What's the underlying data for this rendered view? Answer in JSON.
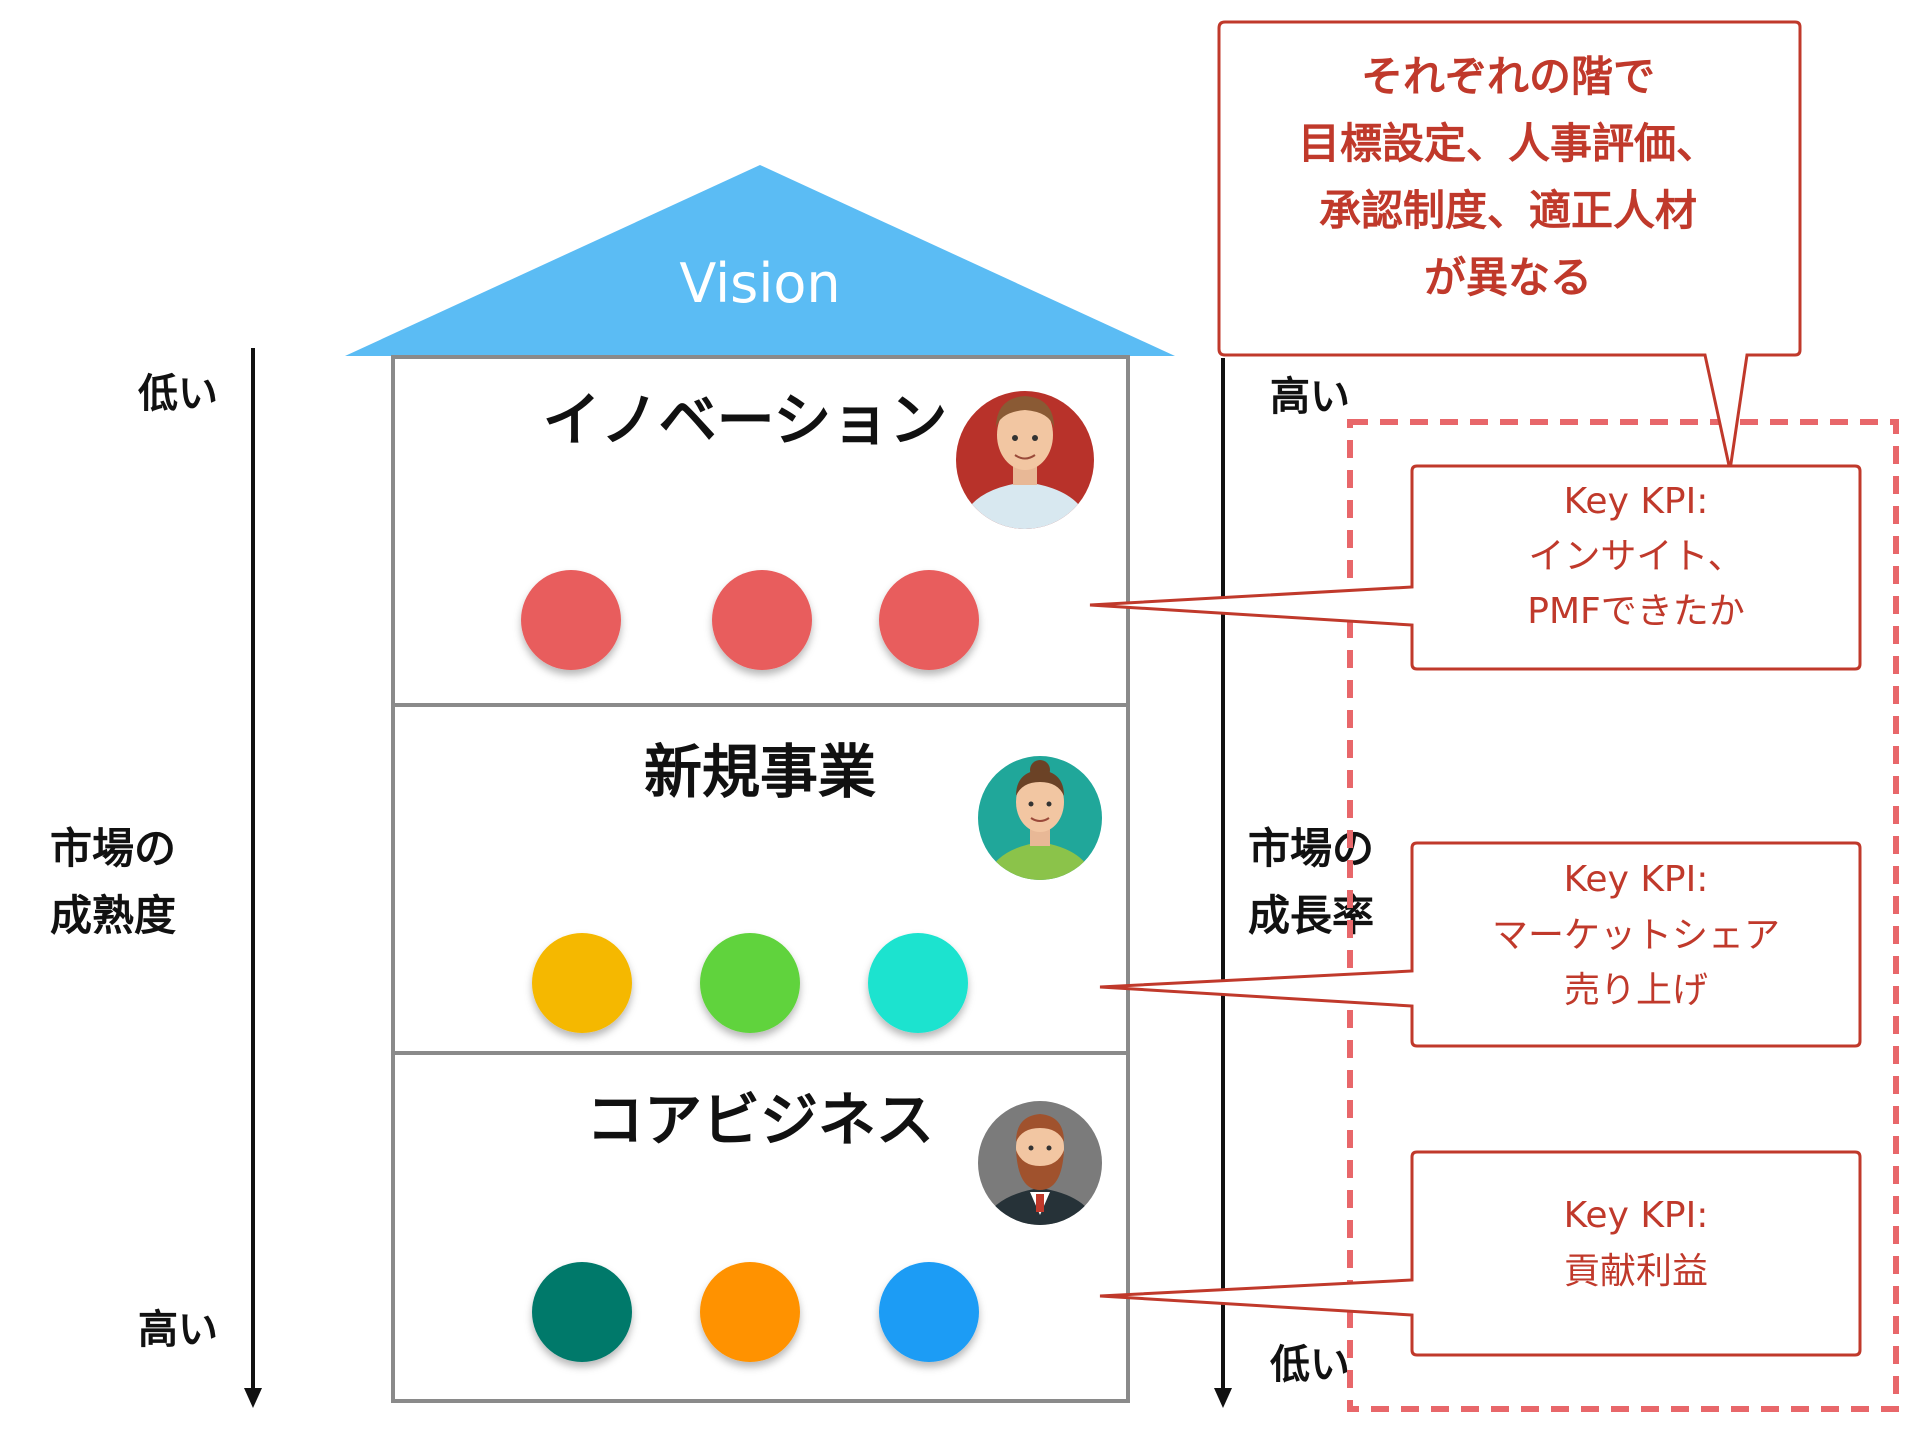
{
  "roof": {
    "label": "Vision",
    "color": "#5bbcf4"
  },
  "left_axis": {
    "top_label": "低い",
    "bottom_label": "高い",
    "title_lines": [
      "市場の",
      "成熟度"
    ]
  },
  "right_axis": {
    "top_label": "高い",
    "bottom_label": "低い",
    "title_lines": [
      "市場の",
      "成長率"
    ]
  },
  "callout": {
    "lines": [
      "それぞれの階で",
      "目標設定、人事評価、",
      "承認制度、適正人材",
      "が異なる"
    ],
    "color": "#c0392b"
  },
  "floors": [
    {
      "title": "イノベーション",
      "avatar": "man-avatar-icon",
      "avatar_bg": "#b8322a",
      "dots": [
        "#e85d5d",
        "#e85d5d",
        "#e85d5d"
      ],
      "kpi_lines": [
        "Key KPI:",
        "インサイト、",
        "PMFできたか"
      ]
    },
    {
      "title": "新規事業",
      "avatar": "woman-avatar-icon",
      "avatar_bg": "#20a79a",
      "dots": [
        "#f5b800",
        "#60d33c",
        "#1de3cf"
      ],
      "kpi_lines": [
        "Key KPI:",
        "マーケットシェア",
        "売り上げ"
      ]
    },
    {
      "title": "コアビジネス",
      "avatar": "bearded-man-avatar-icon",
      "avatar_bg": "#7b7b7b",
      "dots": [
        "#00796b",
        "#ff9200",
        "#1a9cf5"
      ],
      "kpi_lines": [
        "Key KPI:",
        "貢献利益"
      ]
    }
  ]
}
